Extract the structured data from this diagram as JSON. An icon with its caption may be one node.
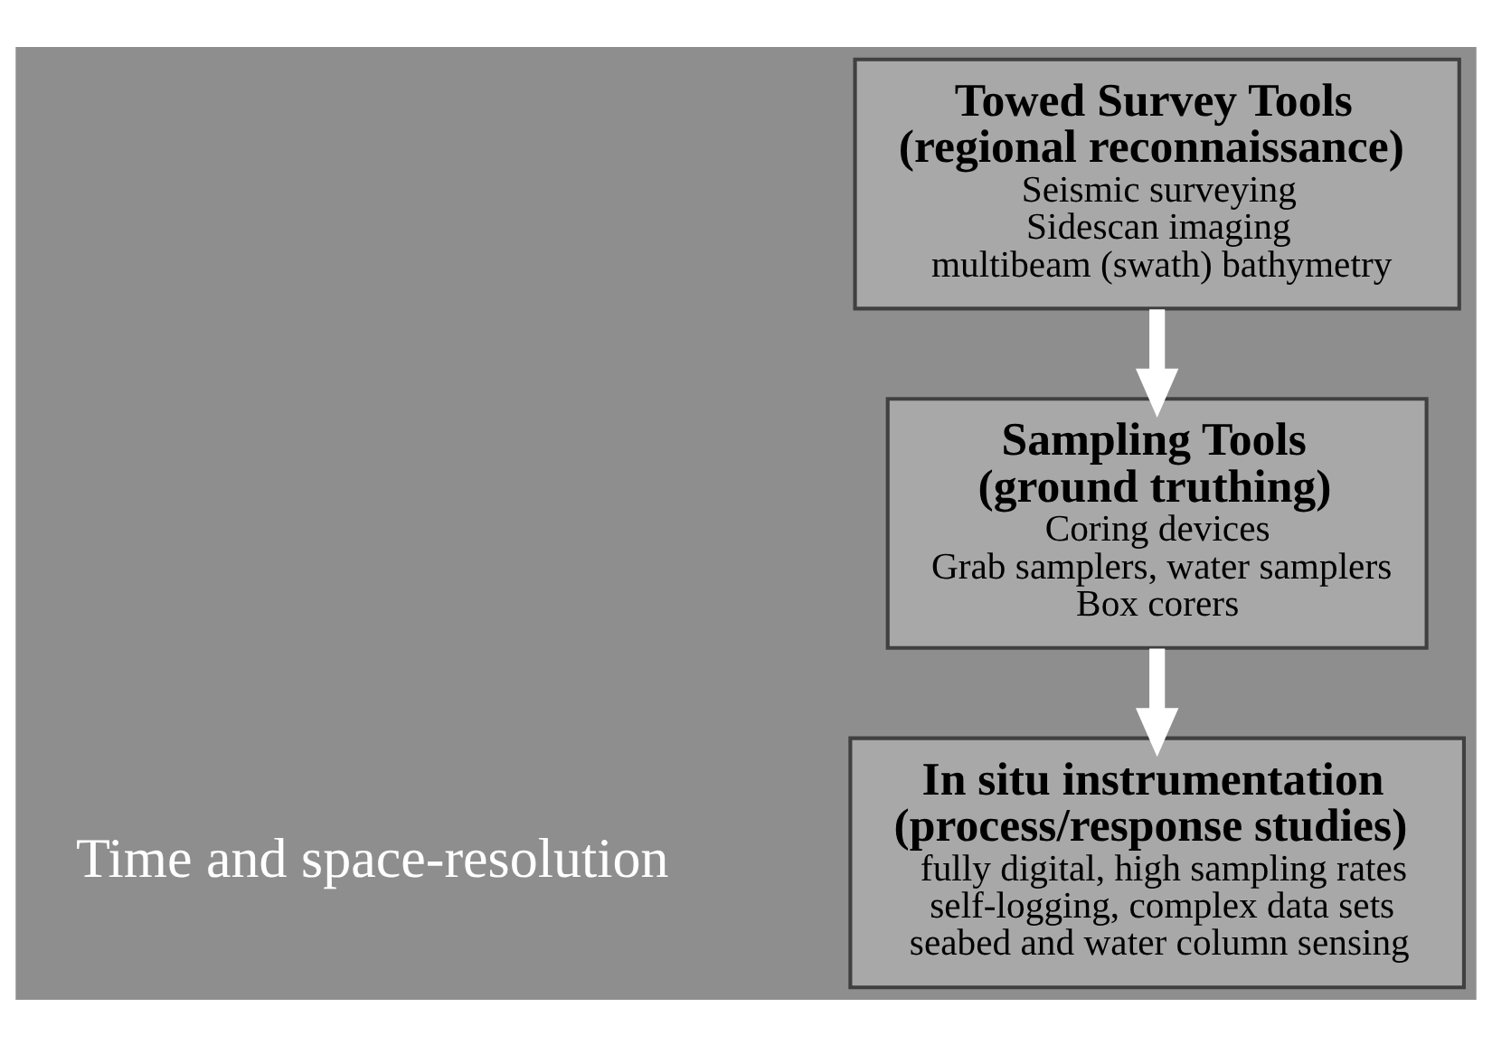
{
  "diagram": {
    "nodes": [
      {
        "text": [
          "Towed Survey Tools (regional reconnaissance)",
          "Seismic surveying",
          "Sidescan imaging",
          "multibeam (swath) bathymetry"
        ]
      },
      {
        "text": [
          "Sampling Tools (ground truthing)",
          "Coring devices",
          "Grab samplers, water samplers",
          "Box corers"
        ]
      },
      {
        "text": [
          "In situ instrumentation (process/response studies)",
          "fully digital, high sampling rates",
          "self-logging, complex data sets",
          "seabed and water column sensing"
        ]
      }
    ],
    "edges": [
      {
        "from": 0,
        "to": 1,
        "arrow": "to"
      },
      {
        "from": 1,
        "to": 2,
        "arrow": "to"
      }
    ],
    "labels": [
      "Time and space-resolution"
    ]
  }
}
